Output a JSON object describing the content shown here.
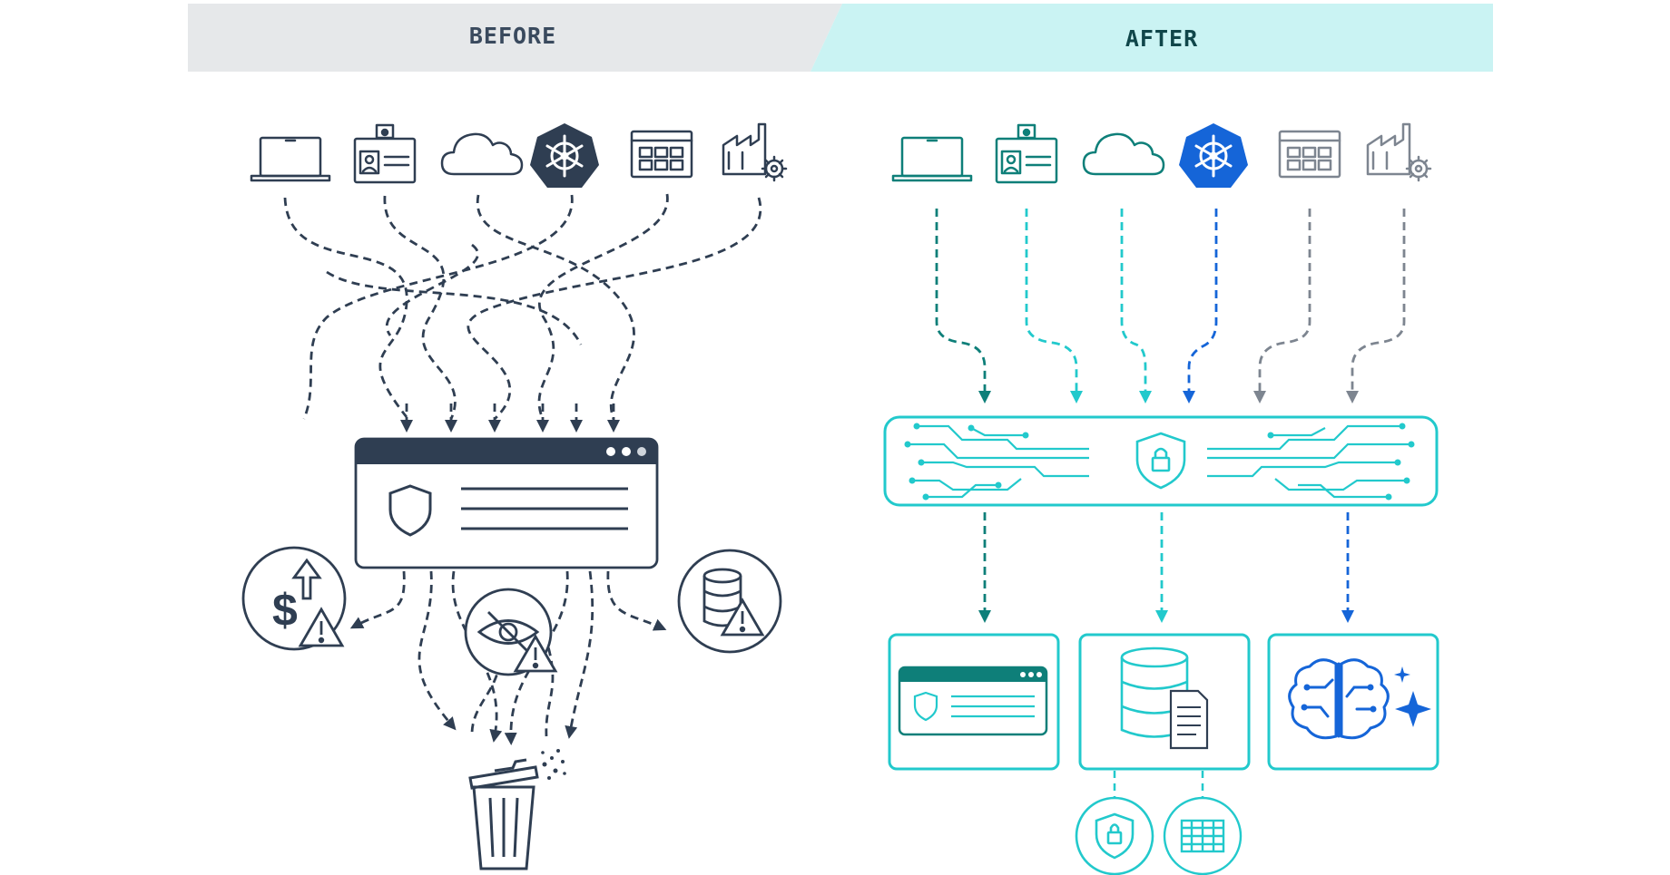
{
  "header": {
    "before_label": "BEFORE",
    "after_label": "AFTER"
  },
  "colors": {
    "before_bg": "#e6e8ea",
    "after_bg": "#caf3f3",
    "before_text": "#3a4a5e",
    "after_text": "#10464a",
    "navy": "#2f3e52",
    "teal_dark": "#0e7f79",
    "teal": "#22c9cc",
    "blue": "#1565d8",
    "gray": "#7d8590"
  },
  "before": {
    "sources": [
      "laptop-icon",
      "id-badge-icon",
      "cloud-icon",
      "kubernetes-icon",
      "app-grid-icon",
      "factory-gear-icon"
    ],
    "hub": "security-tool-window",
    "risks": [
      "cost-increase-warning-icon",
      "visibility-loss-warning-icon",
      "database-warning-icon"
    ],
    "sink": "trash-can-icon"
  },
  "after": {
    "sources": [
      "laptop-icon",
      "id-badge-icon",
      "cloud-icon",
      "kubernetes-icon",
      "app-grid-icon",
      "factory-gear-icon"
    ],
    "pipeline": "secure-data-pipeline",
    "destinations": [
      "security-tool-window",
      "data-storage-icon",
      "ai-brain-icon"
    ],
    "sub_destinations": [
      "secure-lock-icon",
      "data-table-icon"
    ]
  }
}
